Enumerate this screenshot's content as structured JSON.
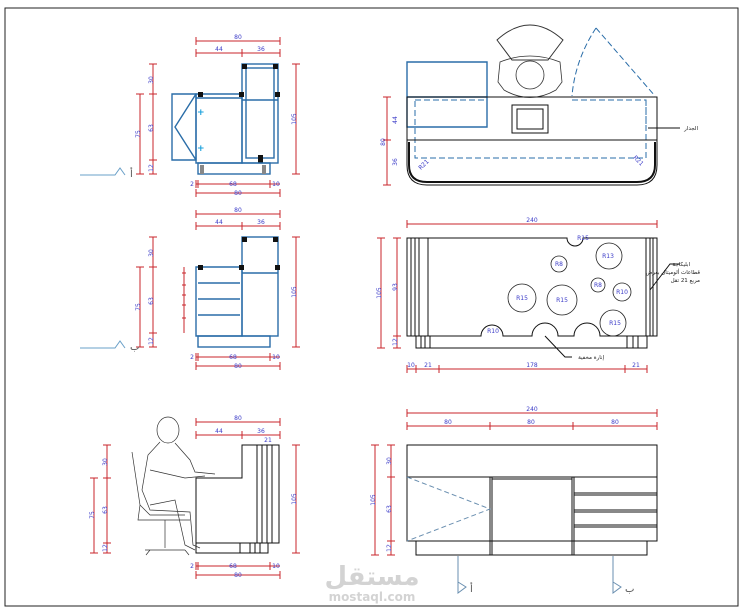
{
  "drawing": {
    "plan_a": {
      "d_total_top": "80",
      "d_left": "44",
      "d_right": "36",
      "h_top": "30",
      "h_mid": "63",
      "h_base": "12",
      "h_work": "75",
      "h_total": "105",
      "b_gap": "2",
      "b_mid": "68",
      "b_end": "10",
      "b_total": "80",
      "section_mark": "أ"
    },
    "plan_b": {
      "d_total_top": "80",
      "d_left": "44",
      "d_right": "36",
      "h_top": "30",
      "h_mid": "63",
      "h_base": "12",
      "h_work": "75",
      "h_total": "105",
      "b_gap": "2",
      "b_mid": "68",
      "b_end": "10",
      "b_total": "80",
      "section_mark": "ب"
    },
    "side": {
      "d_total_top": "80",
      "d_left": "44",
      "d_right": "36",
      "d_slats": "21",
      "h_top": "30",
      "h_mid": "63",
      "h_base": "12",
      "h_work": "75",
      "h_total": "105",
      "b_gap": "2",
      "b_mid": "68",
      "b_end": "10",
      "b_total": "80"
    },
    "top_plan": {
      "h_upper": "44",
      "h_lower": "36",
      "h_total": "80",
      "radius_left": "R21",
      "radius_right": "R21",
      "wall_label": "الجدار"
    },
    "front": {
      "width": "240",
      "h_total": "105",
      "h_body": "93",
      "h_base": "12",
      "b_left": "10",
      "b_slat_l": "21",
      "b_mid": "178",
      "b_slat_r": "21",
      "circles": [
        "R15",
        "R8",
        "R13",
        "R8",
        "R10",
        "R15",
        "R15",
        "R15",
        "R10"
      ],
      "note_side": [
        "ابليكاجة",
        "قطاعات ألوميتال بعرض",
        "مربع 21 تقل"
      ],
      "note_light": "إنارة مخفية"
    },
    "back": {
      "width": "240",
      "w1": "80",
      "w2": "80",
      "w3": "80",
      "h_top": "30",
      "h_mid": "63",
      "h_base": "12",
      "h_total": "105",
      "mark_a": "أ",
      "mark_b": "ب"
    }
  },
  "watermark": {
    "arabic": "مستقل",
    "latin": "mostaql.com"
  },
  "colors": {
    "dimension": "#c8252b",
    "dim_text": "#3c3cc8",
    "cabinet_blue": "#2a6da8"
  }
}
